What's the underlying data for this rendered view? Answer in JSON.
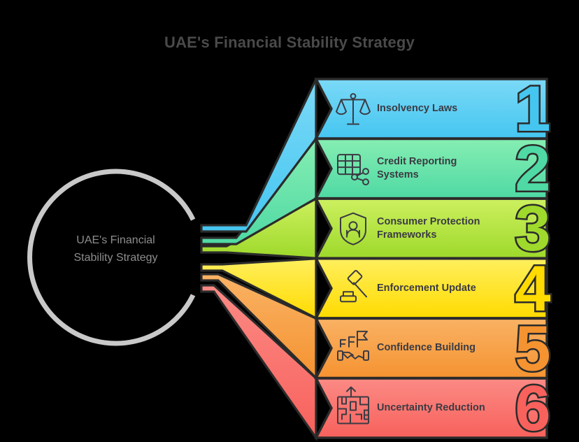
{
  "page": {
    "title": "UAE's Financial Stability Strategy",
    "background_color": "#000000",
    "title_color": "#4a4a4a",
    "label_color": "#3b3b43",
    "outline_color": "#2b2b2b"
  },
  "hub": {
    "label_line1": "UAE's Financial",
    "label_line2": "Stability Strategy",
    "stroke_color": "#c9c9c9",
    "text_color": "#8d8d8d"
  },
  "rows": [
    {
      "number": "1",
      "label": "Insolvency Laws",
      "label_line1": "Insolvency Laws",
      "label_line2": "",
      "icon": "scales-of-justice-icon",
      "color_top": "#7bd9f7",
      "color_bottom": "#45c6f0"
    },
    {
      "number": "2",
      "label": "Credit Reporting Systems",
      "label_line1": "Credit Reporting",
      "label_line2": "Systems",
      "icon": "credit-table-network-icon",
      "color_top": "#86eeb2",
      "color_bottom": "#4fd9a4"
    },
    {
      "number": "3",
      "label": "Consumer Protection Frameworks",
      "label_line1": "Consumer Protection",
      "label_line2": "Frameworks",
      "icon": "shield-person-icon",
      "color_top": "#cdf05f",
      "color_bottom": "#9ed92b"
    },
    {
      "number": "4",
      "label": "Enforcement Update",
      "label_line1": "Enforcement Update",
      "label_line2": "",
      "icon": "gavel-icon",
      "color_top": "#ffef5e",
      "color_bottom": "#ffdb00"
    },
    {
      "number": "5",
      "label": "Confidence Building",
      "label_line1": "Confidence Building",
      "label_line2": "",
      "icon": "handshake-flag-icon",
      "color_top": "#f9b264",
      "color_bottom": "#f59331"
    },
    {
      "number": "6",
      "label": "Uncertainty Reduction",
      "label_line1": "Uncertainty Reduction",
      "label_line2": "",
      "icon": "maze-arrow-icon",
      "color_top": "#fb8a85",
      "color_bottom": "#f8615c"
    }
  ]
}
